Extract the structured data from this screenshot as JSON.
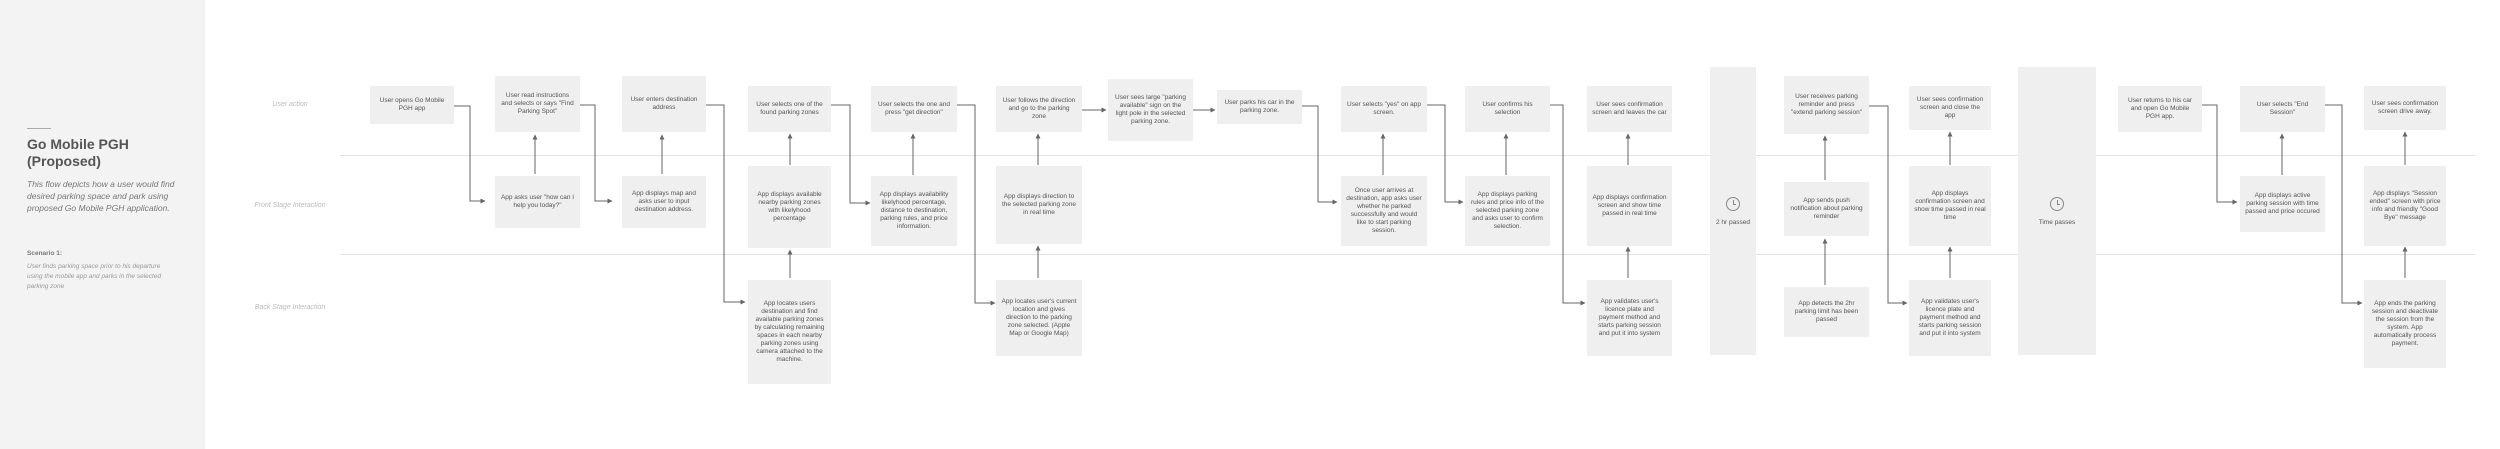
{
  "sidebar": {
    "title": "Go Mobile PGH (Proposed)",
    "description": "This flow depicts how a user would find desired parking space and park using proposed Go Mobile PGH application.",
    "scenario_title": "Scenario 1:",
    "scenario_text": "User finds parking space prior to his departure using the mobile app and parks in the selected parking zone"
  },
  "lanes": [
    "User action",
    "Front Stage Interaction",
    "Back Stage Interaction"
  ],
  "steps": {
    "s1_user": "User opens Go Mobile PGH app",
    "s1_front": "App asks user \"how can I help you today?\"",
    "s2_user": "User read instructions and selects or says \"Find Parking Spot\"",
    "s3_user": "User enters destination address",
    "s3_front": "App displays map and asks user to input destination address.",
    "s4_user": "User selects one of the found parking zones",
    "s4_front": "App displays available nearby parking zones with likelyhood percentage",
    "s4_back": "App locates users destination and find available parking zones by calculating remaining spaces in each nearby parking zones using camera attached to the machine.",
    "s5_user": "User selects the one and press \"get direction\"",
    "s5_front": "App displays availability likelyhood percentage, distance to destination, parking rules, and price information.",
    "s6_user": "User follows the direction and go to the parking zone",
    "s6_front": "App displays direction to the selected parking zone in real time",
    "s6_back": "App locates user's current location and gives direction to the parking zone selected. (Apple Map or Google Map)",
    "s7_user": "User sees large \"parking available\" sign on the light pole in the selected parking zone.",
    "s8_user": "User parks his car in the parking zone.",
    "s9_user": "User selects \"yes\" on app screen.",
    "s9_front": "Once user arrives at destination, app asks user whether he parked successfully and would like to start parking session.",
    "s10_user": "User confirms his selection",
    "s10_front": "App displays parking rules and price info of the selected parking zone and asks user to confirm selection.",
    "s11_user": "User sees confirmation screen and leaves the car",
    "s11_front": "App displays confirmation screen and show time passed in real time",
    "s11_back": "App validates user's licence plate and payment method and starts parking session and put it into system",
    "pause1": "2 hr passed",
    "s12_user": "User receives parking reminder and press \"extend parking session\"",
    "s12_front": "App sends push notification about parking reminder",
    "s12_back": "App detects the 2hr parking limit has been passed",
    "s13_user": "User sees confirmation screen and close the app",
    "s13_front": "App displays confirmation screen and show time passed in real time",
    "s13_back": "App validates user's licence plate and payment method and starts parking session and put it into system",
    "pause2": "Time passes",
    "s14_user": "User returns to his car and open Go Mobile PGH app.",
    "s15_user": "User selects \"End Session\"",
    "s15_front": "App displays active parking session with time passed and price occured",
    "s16_user": "User sees confirmation screen drive away.",
    "s16_front": "App displays \"Session ended\" screen with price info and friendly \"Good Bye\" message",
    "s16_back": "App ends the parking session and deactivate the session from the system. App automatically process payment."
  },
  "colors": {
    "sidebar_bg": "#f3f3f3",
    "box_bg": "#efefef",
    "arrow": "#666666",
    "divider": "#e3e3e3"
  }
}
